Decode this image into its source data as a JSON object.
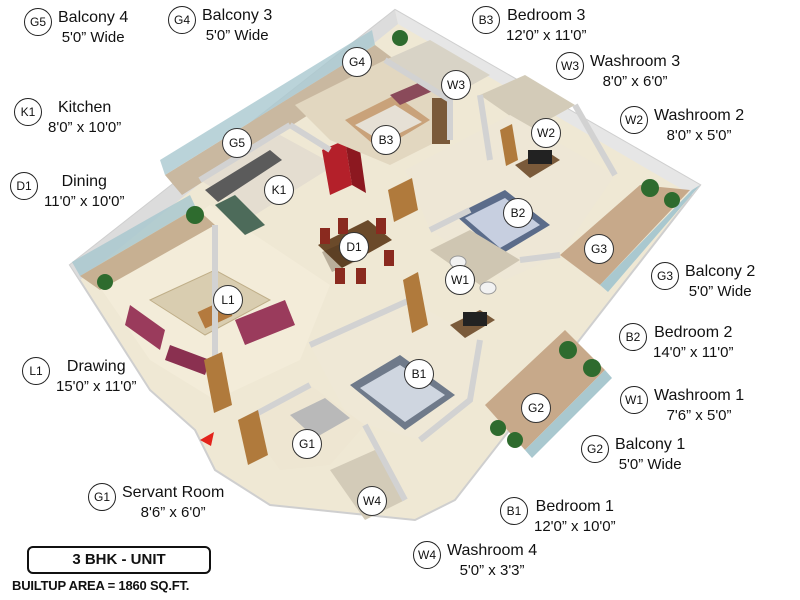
{
  "legend": [
    {
      "code": "G5",
      "name": "Balcony 4",
      "dim": "5'0” Wide"
    },
    {
      "code": "G4",
      "name": "Balcony 3",
      "dim": "5'0” Wide"
    },
    {
      "code": "B3",
      "name": "Bedroom 3",
      "dim": "12'0” x 11'0”"
    },
    {
      "code": "W3",
      "name": "Washroom 3",
      "dim": "8'0” x 6'0”"
    },
    {
      "code": "K1",
      "name": "Kitchen",
      "dim": "8'0” x 10'0”"
    },
    {
      "code": "W2",
      "name": "Washroom 2",
      "dim": "8'0” x 5'0”"
    },
    {
      "code": "D1",
      "name": "Dining",
      "dim": "11'0” x 10'0”"
    },
    {
      "code": "G3",
      "name": "Balcony 2",
      "dim": "5'0” Wide"
    },
    {
      "code": "B2",
      "name": "Bedroom 2",
      "dim": "14'0” x 11'0”"
    },
    {
      "code": "L1",
      "name": "Drawing",
      "dim": "15'0” x 11'0”"
    },
    {
      "code": "W1",
      "name": "Washroom 1",
      "dim": "7'6” x 5'0”"
    },
    {
      "code": "G2",
      "name": "Balcony 1",
      "dim": "5'0” Wide"
    },
    {
      "code": "G1",
      "name": "Servant Room",
      "dim": "8'6” x 6'0”"
    },
    {
      "code": "B1",
      "name": "Bedroom 1",
      "dim": "12'0” x 10'0”"
    },
    {
      "code": "W4",
      "name": "Washroom 4",
      "dim": "5'0” x 3'3”"
    }
  ],
  "markers": [
    "G4",
    "W3",
    "G5",
    "B3",
    "W2",
    "K1",
    "D1",
    "B2",
    "G3",
    "L1",
    "W1",
    "B1",
    "G2",
    "G1",
    "W4"
  ],
  "unit_title": "3 BHK - UNIT",
  "builtup_area": "BUILTUP AREA = 1860 SQ.FT.",
  "colors": {
    "wall": "#ececec",
    "floor": "#efe8d4",
    "wood": "#7a5a3a",
    "tile": "#d8d3c6",
    "plant": "#2e6b2e",
    "entry_arrow": "#e3231b"
  },
  "icons": [
    "entry-arrow-icon",
    "potted-plant-icon",
    "bed-icon",
    "sofa-icon",
    "dining-table-icon",
    "refrigerator-icon",
    "tv-unit-icon",
    "toilet-icon"
  ]
}
